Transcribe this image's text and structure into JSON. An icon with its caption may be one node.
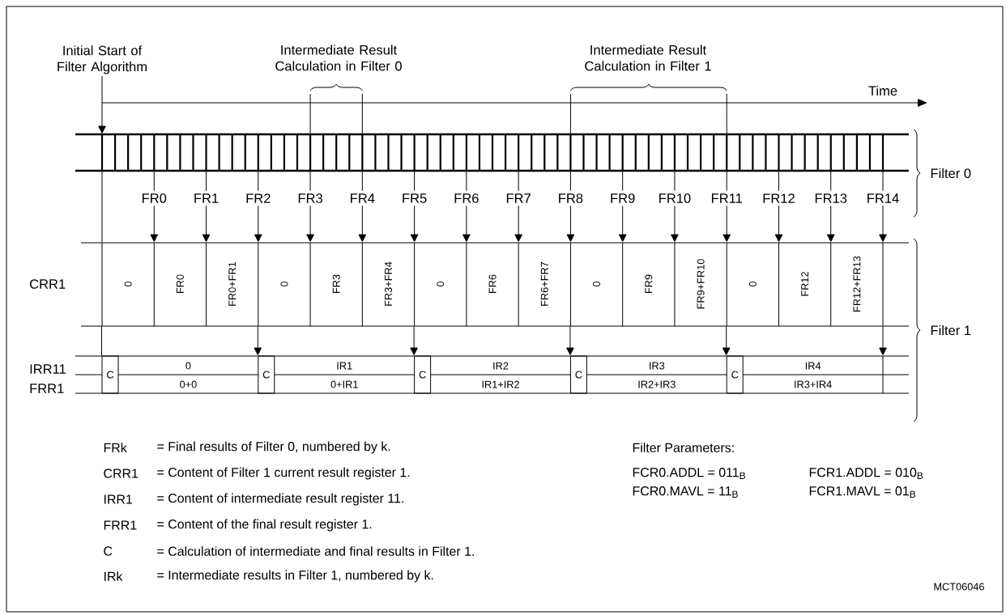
{
  "diagram": {
    "nodes": [
      {
        "text": [
          "Initial Start of Filter Algorithm"
        ]
      },
      {
        "text": [],
        "shape": "bar"
      },
      {
        "text": [
          "FR0"
        ]
      },
      {
        "text": [
          "FR1"
        ]
      },
      {
        "text": [
          "FR2"
        ]
      },
      {
        "text": [
          "FR3"
        ]
      },
      {
        "text": [
          "FR4"
        ]
      },
      {
        "text": [
          "FR5"
        ]
      },
      {
        "text": [
          "FR6"
        ]
      },
      {
        "text": [
          "FR7"
        ]
      },
      {
        "text": [
          "FR8"
        ]
      },
      {
        "text": [
          "FR9"
        ]
      },
      {
        "text": [
          "FR10"
        ]
      },
      {
        "text": [
          "FR11"
        ]
      },
      {
        "text": [
          "FR12"
        ]
      },
      {
        "text": [
          "FR13"
        ]
      },
      {
        "text": [
          "FR14"
        ]
      },
      {
        "text": [
          "0",
          "FR0",
          "FR0+FR1",
          "0",
          "FR3",
          "FR3+FR4",
          "0",
          "FR6",
          "FR6+FR7",
          "0",
          "FR9",
          "FR9+FR10",
          "0",
          "FR12",
          "FR12+FR13"
        ],
        "beside": [
          "CRR1"
        ]
      },
      {
        "text": [
          "0",
          "0+0",
          "IR1",
          "0+IR1",
          "IR2",
          "IR1+IR2",
          "IR3",
          "IR2+IR3",
          "IR4",
          "IR3+IR4"
        ],
        "beside": [
          "IRR11",
          "FRR1"
        ]
      },
      {
        "text": [
          "C"
        ],
        "in": 18
      },
      {
        "text": [
          "C"
        ],
        "in": 18
      },
      {
        "text": [
          "C"
        ],
        "in": 18
      },
      {
        "text": [
          "C"
        ],
        "in": 18
      },
      {
        "text": [
          "C"
        ],
        "in": 18
      }
    ],
    "edges": [
      {
        "from": 0,
        "to": 1,
        "arrow": "to"
      },
      {
        "from": 1,
        "to": 2,
        "arrow": "none"
      },
      {
        "from": 1,
        "to": 3,
        "arrow": "none"
      },
      {
        "from": 1,
        "to": 4,
        "arrow": "none"
      },
      {
        "from": 1,
        "to": 5,
        "arrow": "none"
      },
      {
        "from": 1,
        "to": 6,
        "arrow": "none"
      },
      {
        "from": 1,
        "to": 7,
        "arrow": "none"
      },
      {
        "from": 1,
        "to": 8,
        "arrow": "none"
      },
      {
        "from": 1,
        "to": 9,
        "arrow": "none"
      },
      {
        "from": 1,
        "to": 10,
        "arrow": "none"
      },
      {
        "from": 1,
        "to": 11,
        "arrow": "none"
      },
      {
        "from": 1,
        "to": 12,
        "arrow": "none"
      },
      {
        "from": 1,
        "to": 13,
        "arrow": "none"
      },
      {
        "from": 1,
        "to": 14,
        "arrow": "none"
      },
      {
        "from": 1,
        "to": 15,
        "arrow": "none"
      },
      {
        "from": 1,
        "to": 16,
        "arrow": "none"
      },
      {
        "from": 2,
        "to": 17,
        "arrow": "to"
      },
      {
        "from": 3,
        "to": 17,
        "arrow": "to"
      },
      {
        "from": 4,
        "to": 17,
        "arrow": "to"
      },
      {
        "from": 5,
        "to": 17,
        "arrow": "to"
      },
      {
        "from": 6,
        "to": 17,
        "arrow": "to"
      },
      {
        "from": 7,
        "to": 17,
        "arrow": "to"
      },
      {
        "from": 8,
        "to": 17,
        "arrow": "to"
      },
      {
        "from": 9,
        "to": 17,
        "arrow": "to"
      },
      {
        "from": 10,
        "to": 17,
        "arrow": "to"
      },
      {
        "from": 11,
        "to": 17,
        "arrow": "to"
      },
      {
        "from": 12,
        "to": 17,
        "arrow": "to"
      },
      {
        "from": 13,
        "to": 17,
        "arrow": "to"
      },
      {
        "from": 14,
        "to": 17,
        "arrow": "to"
      },
      {
        "from": 15,
        "to": 17,
        "arrow": "to"
      },
      {
        "from": 16,
        "to": 17,
        "arrow": "to"
      },
      {
        "from": 1,
        "to": 17,
        "arrow": "none"
      },
      {
        "from": 17,
        "to": 19,
        "arrow": "none"
      },
      {
        "from": 17,
        "to": 20,
        "arrow": "to"
      },
      {
        "from": 17,
        "to": 21,
        "arrow": "to"
      },
      {
        "from": 17,
        "to": 22,
        "arrow": "to"
      },
      {
        "from": 17,
        "to": 23,
        "arrow": "to"
      },
      {
        "from": 17,
        "to": 18,
        "arrow": "to"
      }
    ],
    "labels": [
      "Intermediate Result Calculation in Filter 0",
      "Intermediate Result Calculation in Filter 1",
      "Time",
      "Filter 0",
      "Filter 1",
      "FRk",
      "= Final results of Filter 0, numbered by k.",
      "Filter Parameters:",
      "CRR1",
      "= Content of Filter 1 current result register 1.",
      "FCR0.ADDL = 011$_{B}$",
      "FCR1.ADDL = 010$_{B}$",
      "IRR1",
      "= Content of intermediate result register 11.",
      "FCR0.MAVL = 11$_{B}$",
      "FCR1.MAVL = 01$_{B}$",
      "FRR1",
      "= Content of the final result register 1.",
      "C",
      "= Calculation of intermediate and final results in Filter 1.",
      "IRk",
      "= Intermediate results in Filter 1, numbered by k.",
      "MCT06046"
    ]
  }
}
